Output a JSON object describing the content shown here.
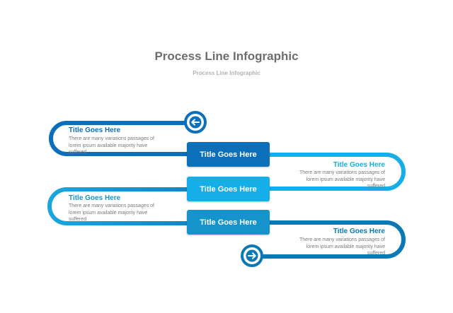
{
  "header": {
    "title": "Process Line Infographic",
    "subtitle": "Process Line Infographic"
  },
  "colors": {
    "dark_blue": "#0b6fba",
    "light_blue": "#16aee9",
    "mid_blue": "#1594cc",
    "deep_blue": "#0a79b6"
  },
  "steps": [
    {
      "title": "Title Goes Here",
      "description": "There are many variations passages of lorem ipsum available  majority have suffered"
    },
    {
      "title": "Title Goes Here",
      "description": "There are many variations passages of lorem ipsum available  majority have suffered"
    },
    {
      "title": "Title Goes Here",
      "description": "There are many variations passages of lorem ipsum available  majority have suffered"
    },
    {
      "title": "Title Goes Here",
      "description": "There are many variations passages of lorem ipsum available  majority have suffered"
    }
  ],
  "center_boxes": [
    {
      "label": "Title Goes Here"
    },
    {
      "label": "Title Goes Here"
    },
    {
      "label": "Title Goes Here"
    }
  ],
  "icons": {
    "start": "arrow-left-circle-icon",
    "end": "arrow-right-circle-icon"
  }
}
